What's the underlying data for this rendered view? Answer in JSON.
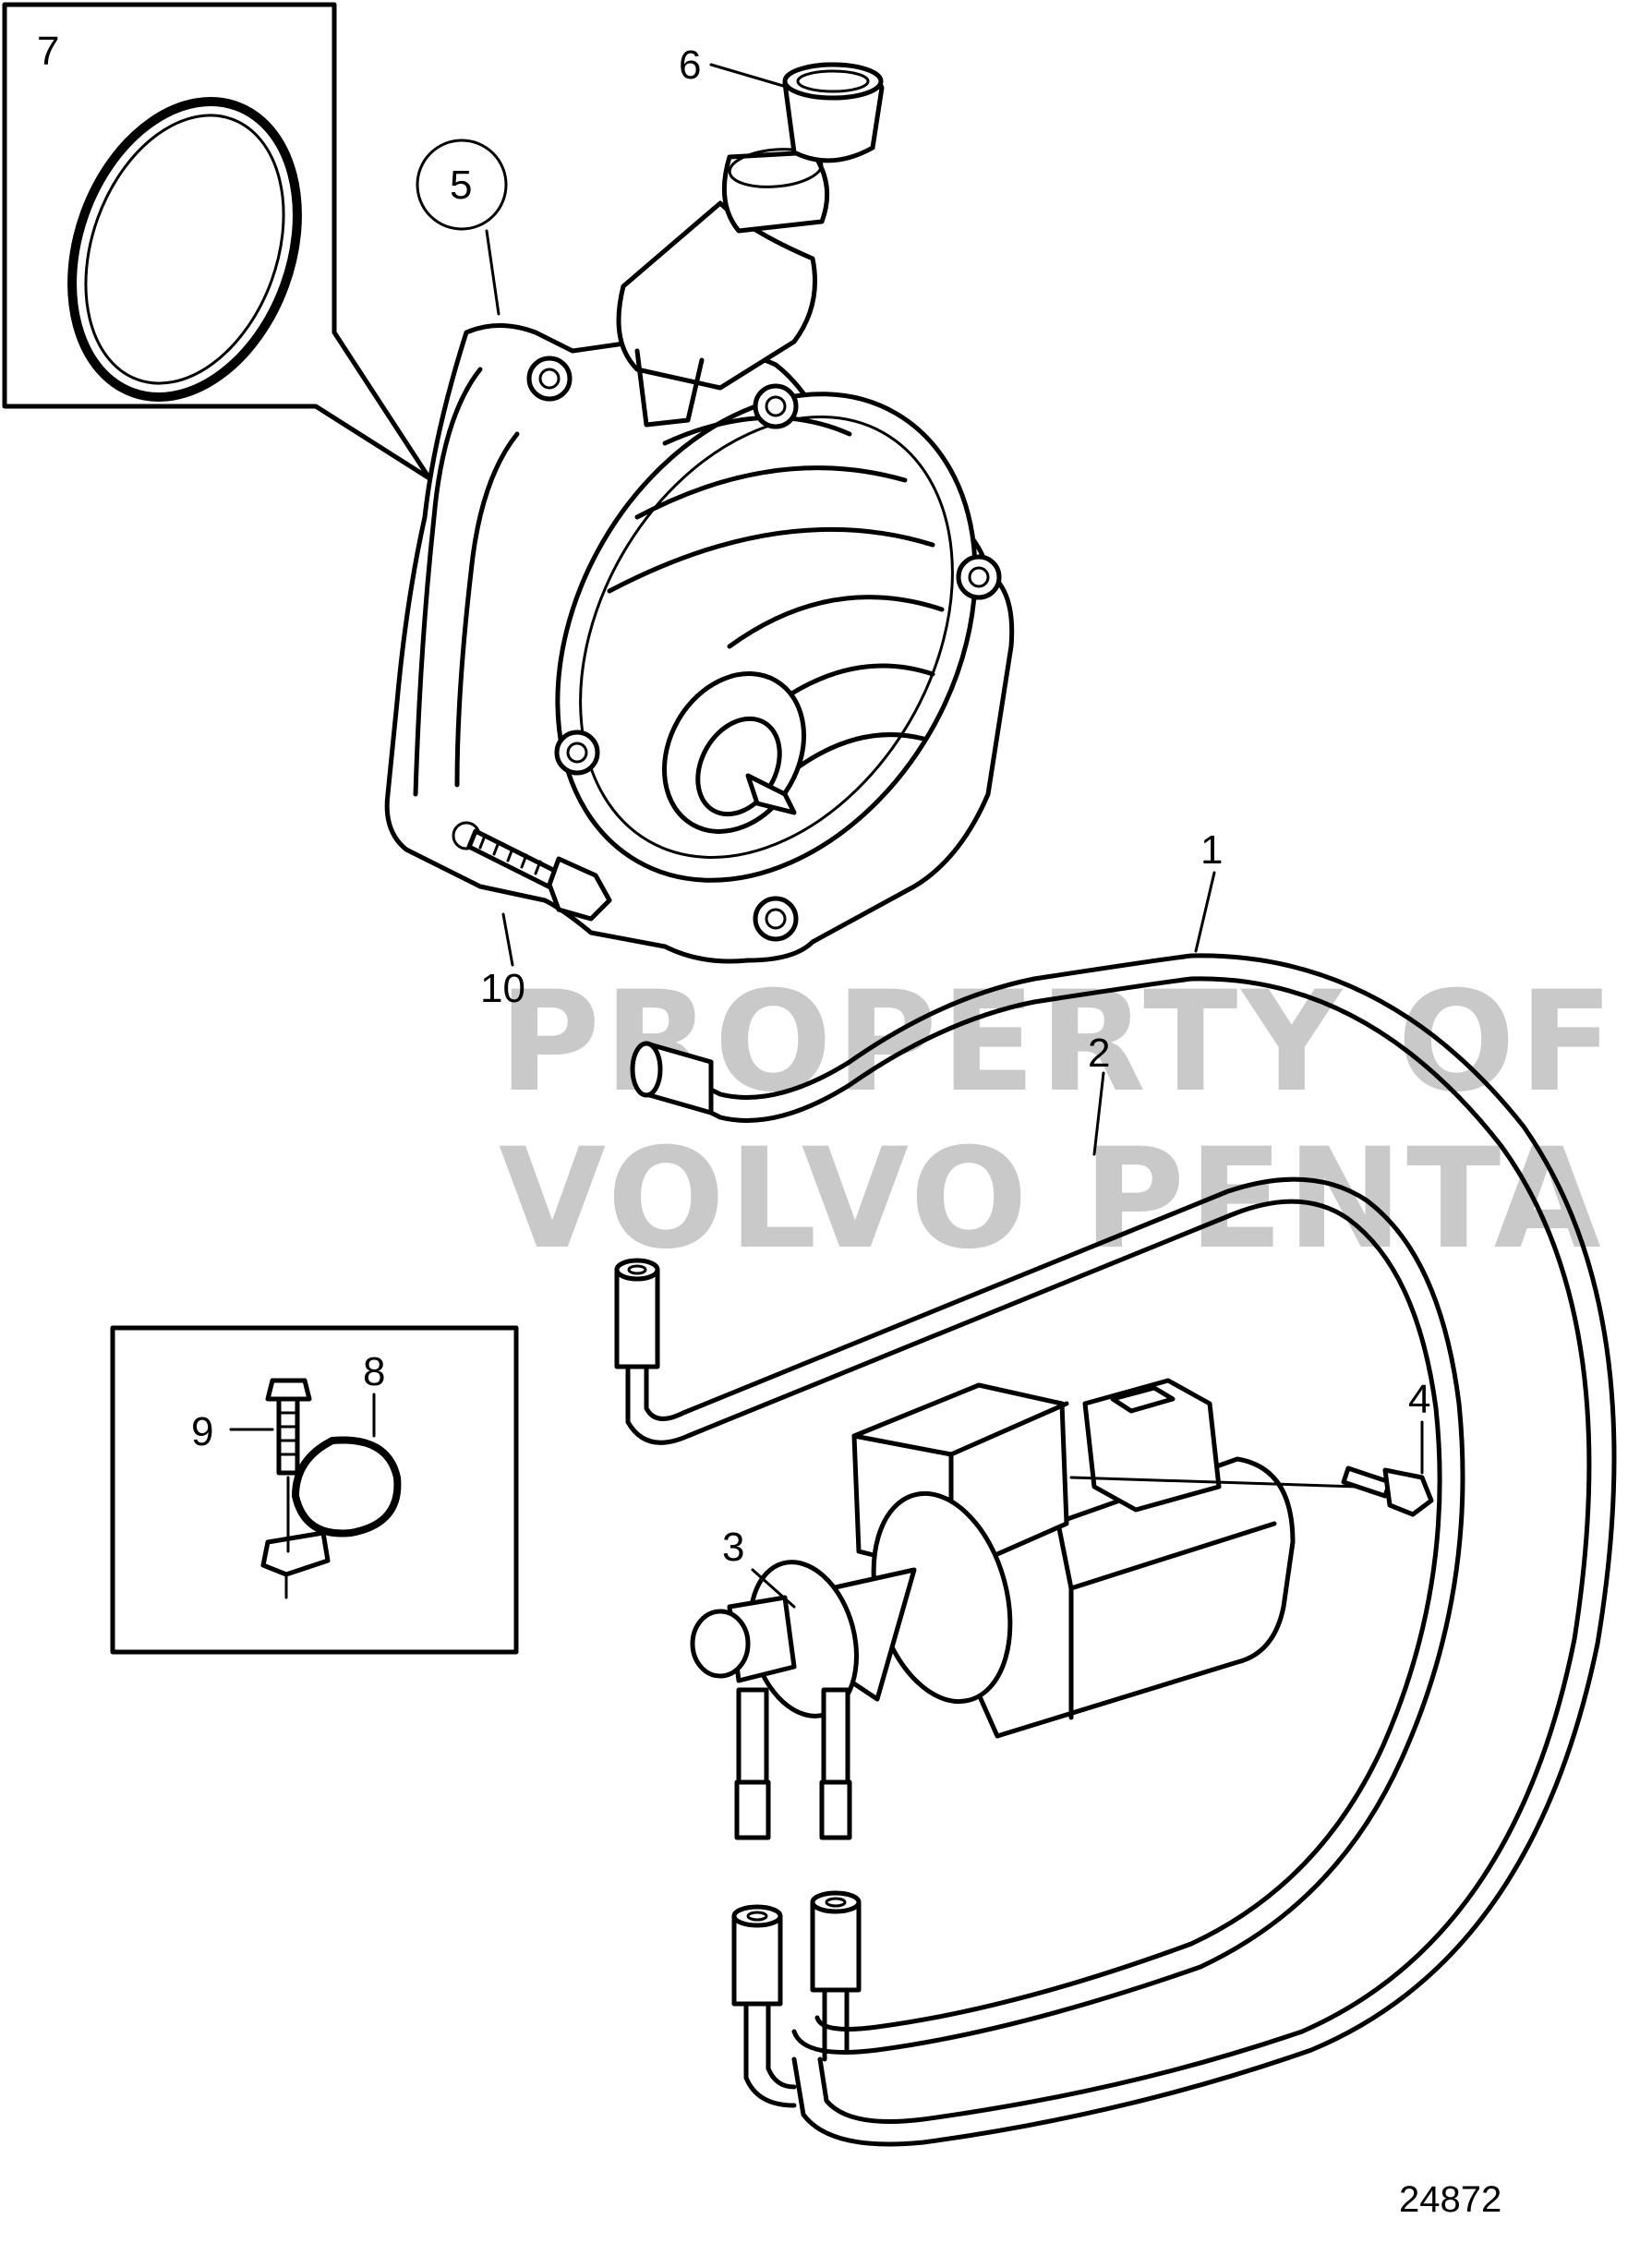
{
  "figure_number": "24872",
  "watermark": [
    "PROPERTY OF",
    "VOLVO PENTA"
  ],
  "callouts": [
    {
      "id": "1",
      "label": "1"
    },
    {
      "id": "2",
      "label": "2"
    },
    {
      "id": "3",
      "label": "3"
    },
    {
      "id": "4",
      "label": "4"
    },
    {
      "id": "5",
      "label": "5"
    },
    {
      "id": "6",
      "label": "6"
    },
    {
      "id": "7",
      "label": "7"
    },
    {
      "id": "8",
      "label": "8"
    },
    {
      "id": "9",
      "label": "9"
    },
    {
      "id": "10",
      "label": "10"
    }
  ],
  "parts": {
    "vacuum_pump": "vacuum-pump",
    "o_ring": "o-ring",
    "cap": "cap",
    "hose_1": "hose",
    "hose_2": "hose",
    "solenoid_valve": "solenoid-valve",
    "bolt": "bolt",
    "clamp": "clamp"
  }
}
